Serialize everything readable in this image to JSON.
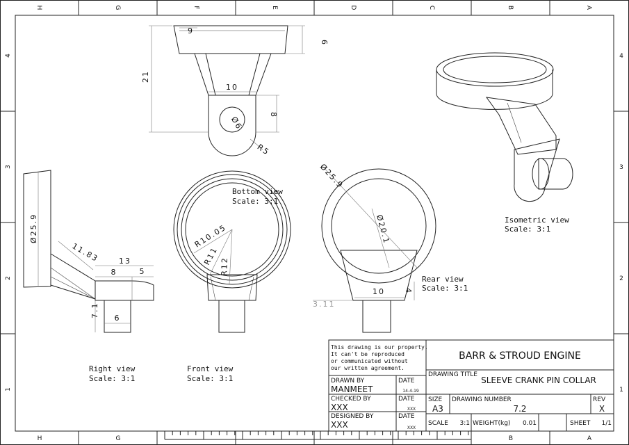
{
  "zones": {
    "columns": [
      "H",
      "G",
      "F",
      "E",
      "D",
      "C",
      "B",
      "A"
    ],
    "rows": [
      "4",
      "3",
      "2",
      "1"
    ]
  },
  "views": {
    "bottom": {
      "name": "Bottom view",
      "scale": "Scale:  3:1"
    },
    "right": {
      "name": "Right view",
      "scale": "Scale:  3:1"
    },
    "front": {
      "name": "Front view",
      "scale": "Scale:  3:1"
    },
    "rear": {
      "name": "Rear view",
      "scale": "Scale:  3:1"
    },
    "isometric": {
      "name": "Isometric view",
      "scale": "Scale:  3:1"
    }
  },
  "dimensions": {
    "top_9": "9",
    "top_6": "6",
    "top_21": "21",
    "top_10": "10",
    "top_8": "8",
    "top_hole": "Ø6",
    "top_r5": "R5",
    "front_r1005": "R10.05",
    "front_r11": "R11",
    "front_r12": "R12",
    "rear_d259": "Ø25.9",
    "rear_d201": "Ø20.1",
    "rear_10": "10",
    "rear_4": "4",
    "rear_311": "3.11",
    "right_d259": "Ø25.9",
    "right_1183": "11.83",
    "right_13": "13",
    "right_8": "8",
    "right_5": "5",
    "right_71": "7.1",
    "right_6": "6"
  },
  "title_block": {
    "notice": [
      "This drawing is our property.",
      "It can't be reproduced",
      "or communicated without",
      "our written agreement."
    ],
    "company": "BARR & STROUD ENGINE",
    "drawing_title_label": "DRAWING TITLE",
    "drawing_title": "SLEEVE CRANK PIN COLLAR",
    "drawn_by_label": "DRAWN BY",
    "drawn_by": "MANMEET",
    "drawn_date_label": "DATE",
    "drawn_date": "14-4-19",
    "checked_by_label": "CHECKED BY",
    "checked_by": "XXX",
    "checked_date_label": "DATE",
    "checked_date": "XXX",
    "designed_by_label": "DESIGNED BY",
    "designed_by": "XXX",
    "designed_date_label": "DATE",
    "designed_date": "XXX",
    "size_label": "SIZE",
    "size": "A3",
    "drawing_number_label": "DRAWING NUMBER",
    "drawing_number": "7.2",
    "rev_label": "REV",
    "rev": "X",
    "scale_label": "SCALE",
    "scale": "3:1",
    "weight_label": "WEIGHT(kg)",
    "weight": "0.01",
    "sheet_label": "SHEET",
    "sheet": "1/1"
  }
}
